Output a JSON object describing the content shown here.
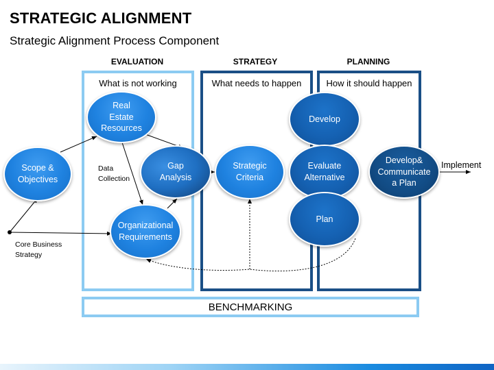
{
  "title": "STRATEGIC ALIGNMENT",
  "subtitle": "Strategic Alignment Process Component",
  "sections": {
    "evaluation": {
      "heading": "EVALUATION",
      "caption": "What is not working"
    },
    "strategy": {
      "heading": "STRATEGY",
      "caption": "What needs to happen"
    },
    "planning": {
      "heading": "PLANNING",
      "caption": "How it should happen"
    }
  },
  "nodes": {
    "scope": "Scope & Objectives",
    "real_estate": "Real Estate Resources",
    "gap": "Gap Analysis",
    "org_req": "Organizational Requirements",
    "strategic_criteria": "Strategic Criteria",
    "develop": "Develop",
    "evaluate": "Evaluate Alternative",
    "plan": "Plan",
    "communicate": "Develop& Communicate a Plan"
  },
  "labels": {
    "data_collection": "Data Collection",
    "core_business": "Core Business Strategy",
    "implement": "Implement"
  },
  "benchmarking": "BENCHMARKING",
  "colors": {
    "light_blue_border": "#8ccbf2",
    "dark_blue_border": "#1a4f86",
    "node_light": "#1f82e0",
    "node_mid": "#1561b2",
    "node_dark": "#124c85"
  }
}
